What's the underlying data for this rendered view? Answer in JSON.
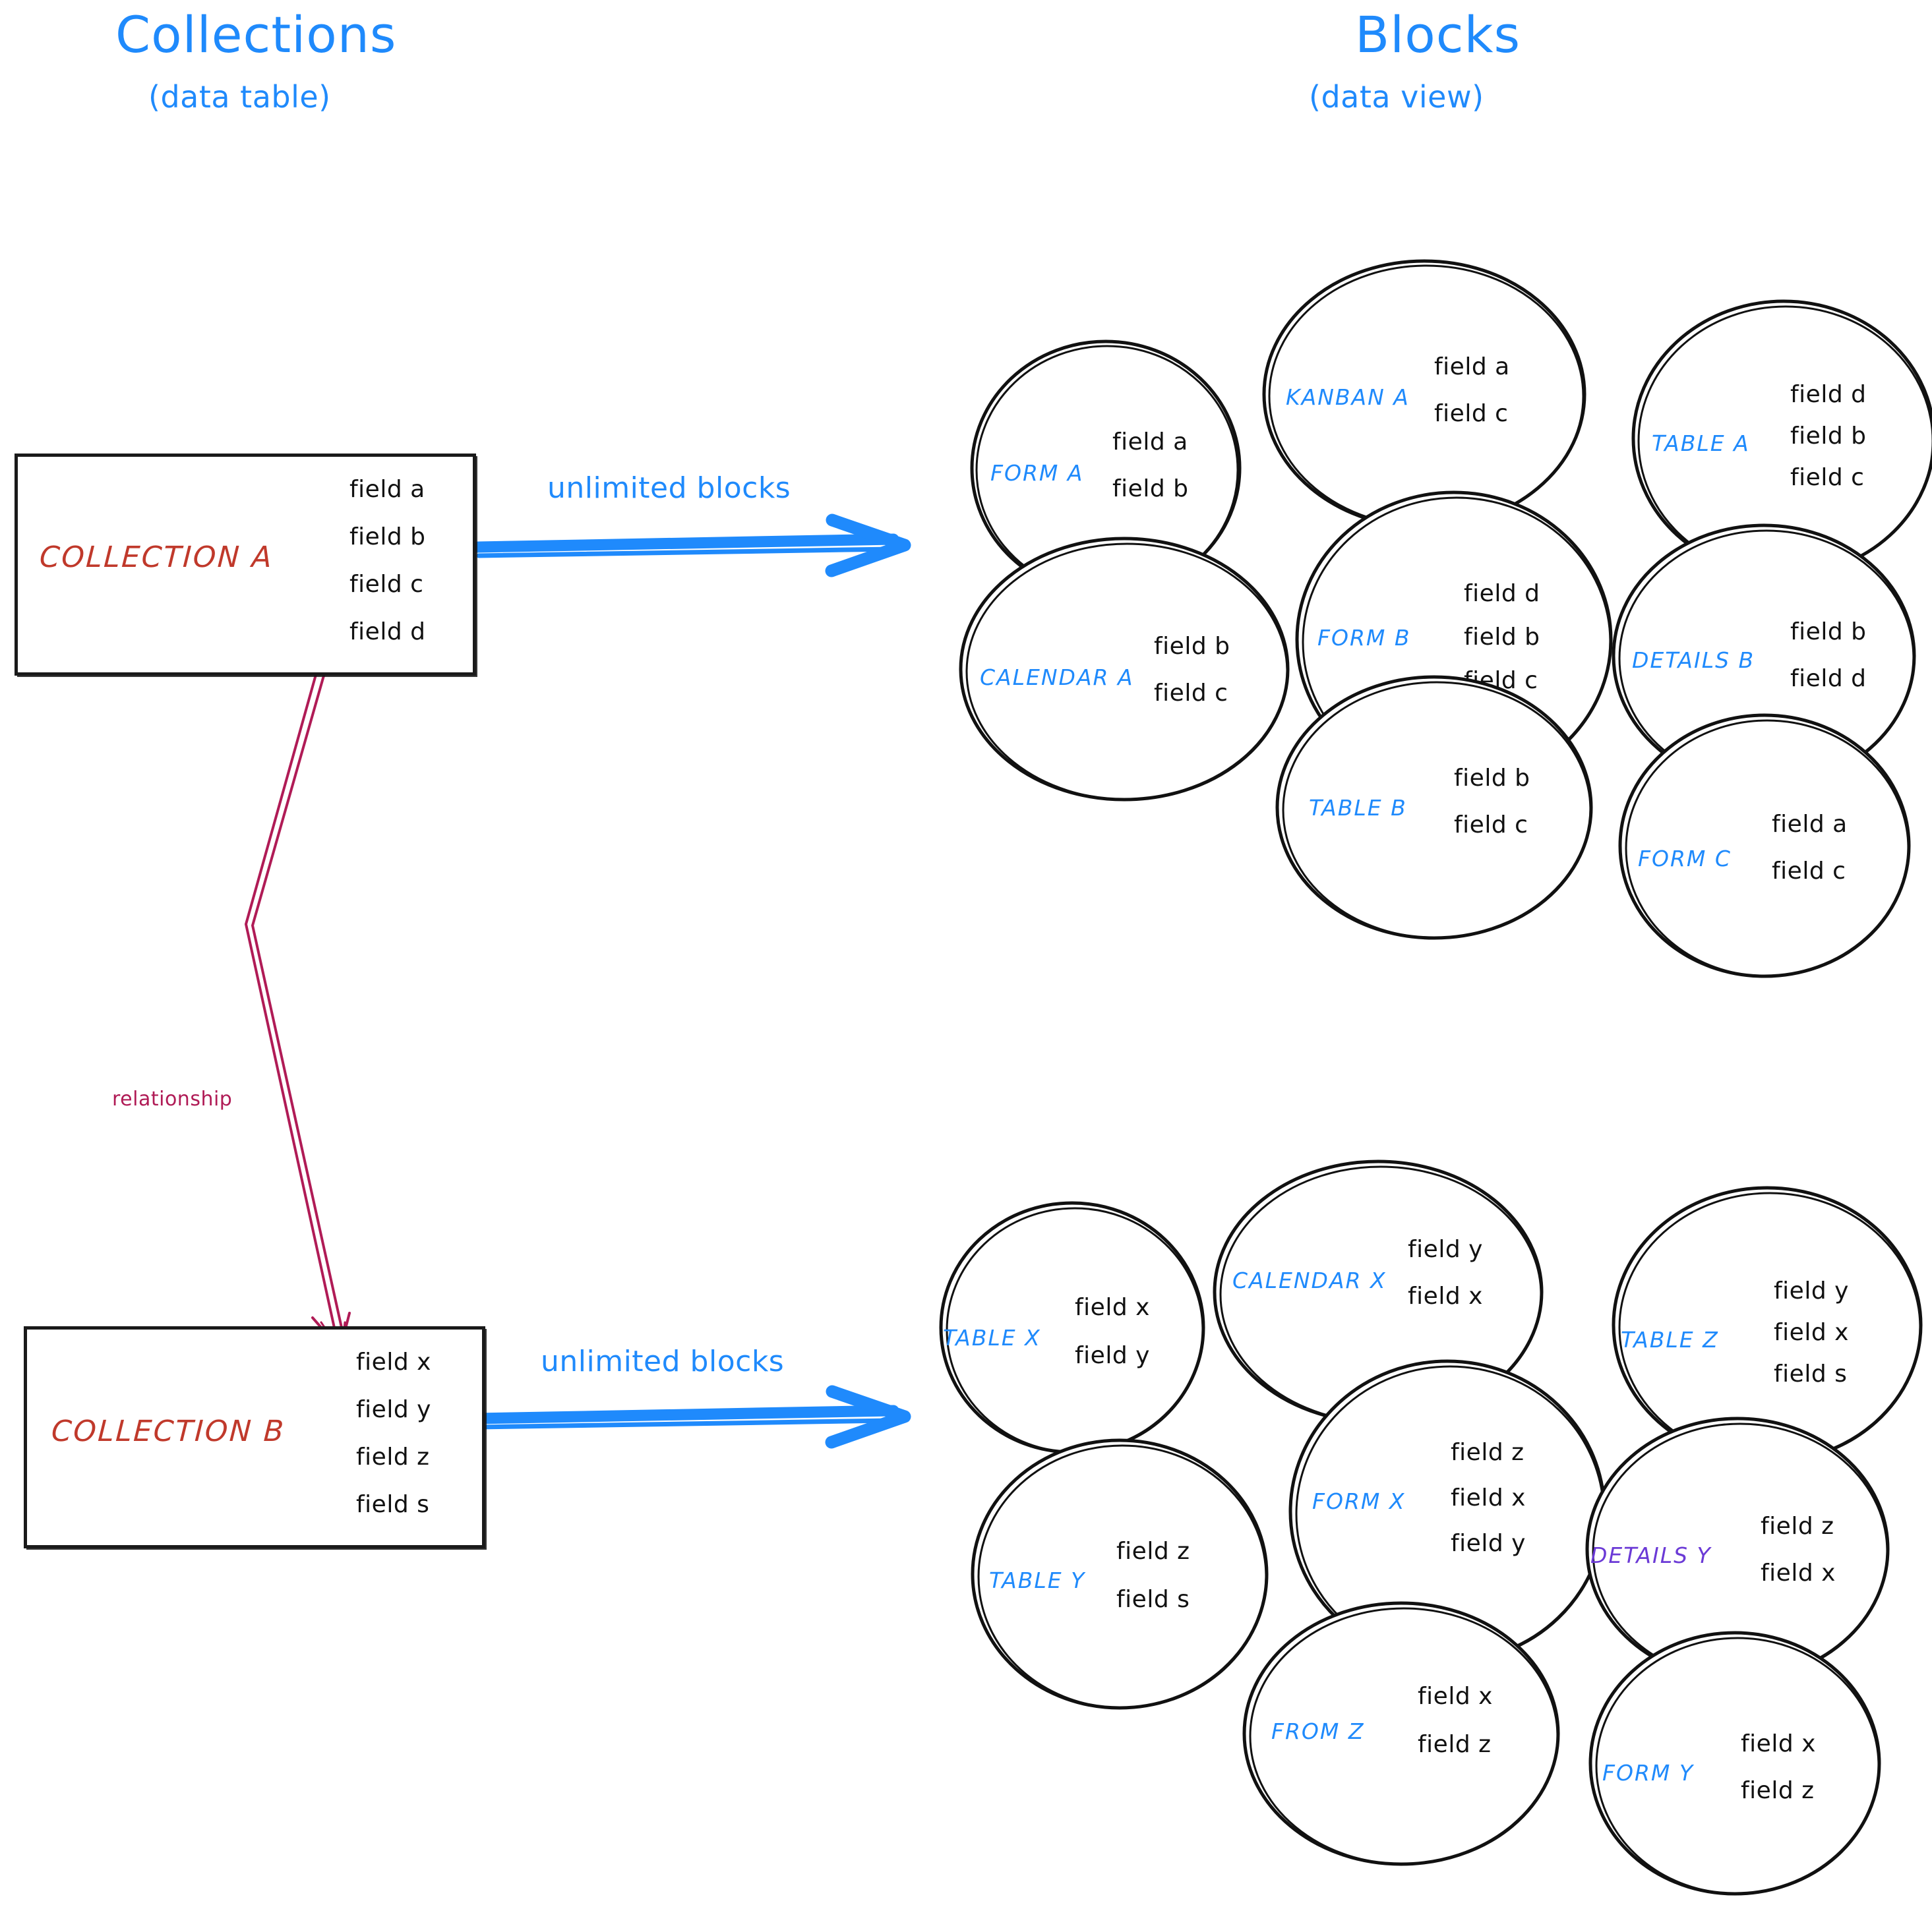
{
  "headings": {
    "left_title": "Collections",
    "left_subtitle": "(data table)",
    "right_title": "Blocks",
    "right_subtitle": "(data view)"
  },
  "colors": {
    "accent_blue": "#1f8afc",
    "collection_red": "#c0392b",
    "relationship_crimson": "#b01b56",
    "details_purple": "#6b3ad6",
    "ink_black": "#111111"
  },
  "collections": [
    {
      "id": "collection-a",
      "name": "COLLECTION A",
      "fields": [
        "field a",
        "field b",
        "field c",
        "field d"
      ]
    },
    {
      "id": "collection-b",
      "name": "COLLECTION B",
      "fields": [
        "field x",
        "field y",
        "field z",
        "field s"
      ]
    }
  ],
  "arrows": {
    "top_label": "unlimited blocks",
    "bottom_label": "unlimited blocks",
    "relationship_label": "relationship"
  },
  "block_groups": [
    {
      "id": "blocks-for-collection-a",
      "blocks": [
        {
          "label": "FORM A",
          "fields": [
            "field a",
            "field b"
          ]
        },
        {
          "label": "KANBAN A",
          "fields": [
            "field a",
            "field c"
          ]
        },
        {
          "label": "TABLE A",
          "fields": [
            "field d",
            "field b",
            "field c"
          ]
        },
        {
          "label": "CALENDAR A",
          "fields": [
            "field b",
            "field c"
          ]
        },
        {
          "label": "FORM B",
          "fields": [
            "field d",
            "field b",
            "field c"
          ]
        },
        {
          "label": "DETAILS B",
          "fields": [
            "field b",
            "field d"
          ]
        },
        {
          "label": "TABLE B",
          "fields": [
            "field b",
            "field c"
          ]
        },
        {
          "label": "FORM C",
          "fields": [
            "field a",
            "field c"
          ]
        }
      ]
    },
    {
      "id": "blocks-for-collection-b",
      "blocks": [
        {
          "label": "TABLE X",
          "fields": [
            "field x",
            "field y"
          ]
        },
        {
          "label": "CALENDAR X",
          "fields": [
            "field y",
            "field x"
          ]
        },
        {
          "label": "TABLE Z",
          "fields": [
            "field y",
            "field x",
            "field s"
          ]
        },
        {
          "label": "TABLE Y",
          "fields": [
            "field z",
            "field s"
          ]
        },
        {
          "label": "FORM X",
          "fields": [
            "field z",
            "field x",
            "field y"
          ]
        },
        {
          "label": "DETAILS Y",
          "fields": [
            "field z",
            "field x"
          ],
          "color": "purple"
        },
        {
          "label": "FROM Z",
          "fields": [
            "field x",
            "field z"
          ]
        },
        {
          "label": "FORM Y",
          "fields": [
            "field x",
            "field z"
          ]
        }
      ]
    }
  ]
}
